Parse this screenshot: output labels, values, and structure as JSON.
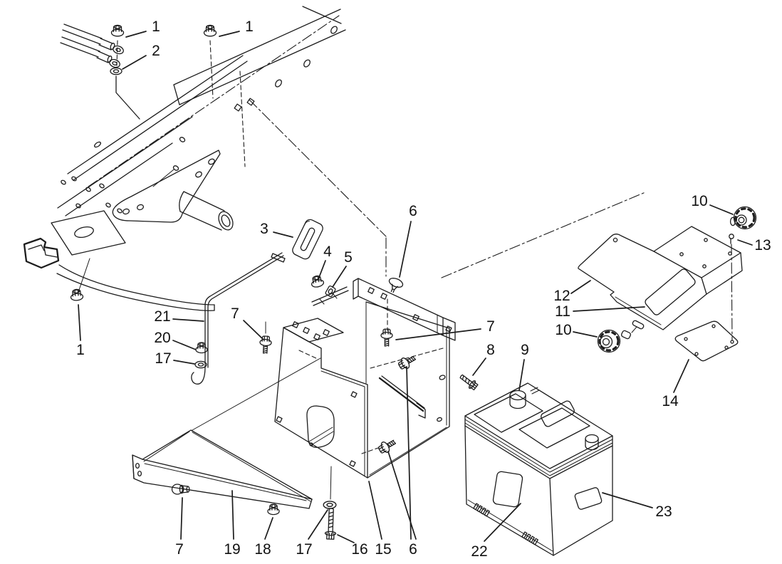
{
  "figure": {
    "type": "exploded-parts-diagram",
    "background": "#ffffff",
    "line_color": "#1c1c1c",
    "callouts": [
      {
        "label": "1"
      },
      {
        "label": "2"
      },
      {
        "label": "1"
      },
      {
        "label": "3"
      },
      {
        "label": "4"
      },
      {
        "label": "5"
      },
      {
        "label": "6"
      },
      {
        "label": "7"
      },
      {
        "label": "21"
      },
      {
        "label": "20"
      },
      {
        "label": "17"
      },
      {
        "label": "1"
      },
      {
        "label": "7"
      },
      {
        "label": "8"
      },
      {
        "label": "9"
      },
      {
        "label": "10"
      },
      {
        "label": "13"
      },
      {
        "label": "12"
      },
      {
        "label": "11"
      },
      {
        "label": "10"
      },
      {
        "label": "14"
      },
      {
        "label": "7"
      },
      {
        "label": "19"
      },
      {
        "label": "18"
      },
      {
        "label": "17"
      },
      {
        "label": "16"
      },
      {
        "label": "15"
      },
      {
        "label": "6"
      },
      {
        "label": "22"
      },
      {
        "label": "23"
      }
    ]
  }
}
